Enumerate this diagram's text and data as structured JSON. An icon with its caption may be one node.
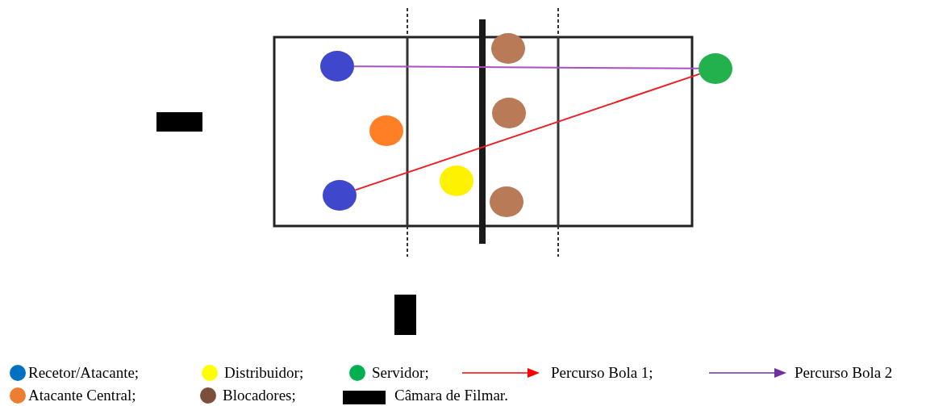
{
  "diagram": {
    "nodes": [
      {
        "text": [],
        "shape": "circle"
      },
      {
        "text": [],
        "shape": "circle"
      },
      {
        "text": [],
        "shape": "circle"
      },
      {
        "text": [],
        "shape": "circle"
      },
      {
        "text": [],
        "shape": "circle"
      },
      {
        "text": [],
        "shape": "circle"
      },
      {
        "text": [],
        "shape": "circle"
      },
      {
        "text": [],
        "shape": "circle"
      }
    ],
    "edges": [
      {
        "from": 2,
        "to": 0,
        "arrow": "none",
        "color": "#a94fc4"
      },
      {
        "from": 2,
        "to": 6,
        "arrow": "none",
        "color": "#ee1c24"
      }
    ],
    "legend": [
      {
        "text": "Recetor/Atacante;",
        "color": "#0070c0"
      },
      {
        "text": "Distribuidor;",
        "color": "#ffff00"
      },
      {
        "text": "Servidor;",
        "color": "#00b050"
      },
      {
        "text": "Percurso Bola 1;"
      },
      {
        "text": "Percurso Bola 2"
      },
      {
        "text": "Atacante Central;",
        "color": "#ed7d31"
      },
      {
        "text": "Blocadores;",
        "color": "#7b4f3a"
      },
      {
        "text": "Câmara de Filmar.",
        "color": "#000000"
      }
    ]
  }
}
